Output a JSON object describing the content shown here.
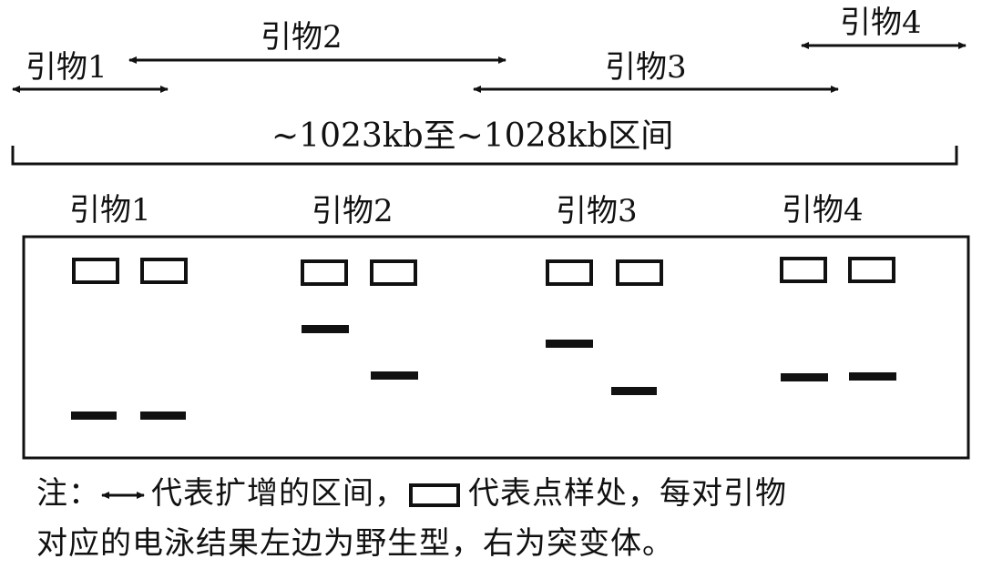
{
  "amplicons": {
    "primer1_label": "引物1",
    "primer2_label": "引物2",
    "primer3_label": "引物3",
    "primer4_label": "引物4",
    "region_label": "~1023kb至~1028kb区间"
  },
  "gel": {
    "lane_headers": [
      "引物1",
      "引物2",
      "引物3",
      "引物4"
    ],
    "bands": [
      {
        "primer": "引物1",
        "wild_type_band": "lowest",
        "mutant_band": "lowest (same as wild type)"
      },
      {
        "primer": "引物2",
        "wild_type_band": "upper",
        "mutant_band": "lower (different)"
      },
      {
        "primer": "引物3",
        "wild_type_band": "upper",
        "mutant_band": "lower (different)"
      },
      {
        "primer": "引物4",
        "wild_type_band": "middle",
        "mutant_band": "middle (same as wild type)"
      }
    ]
  },
  "note": {
    "line1_prefix": "注：",
    "line1_mid": "代表扩增的区间，",
    "line1_end": "代表点样处，每对引物",
    "line2": "对应的电泳结果左边为野生型，右为突变体。"
  },
  "icons": {
    "double_arrow": "double-arrow-icon",
    "well": "well-box-icon"
  }
}
